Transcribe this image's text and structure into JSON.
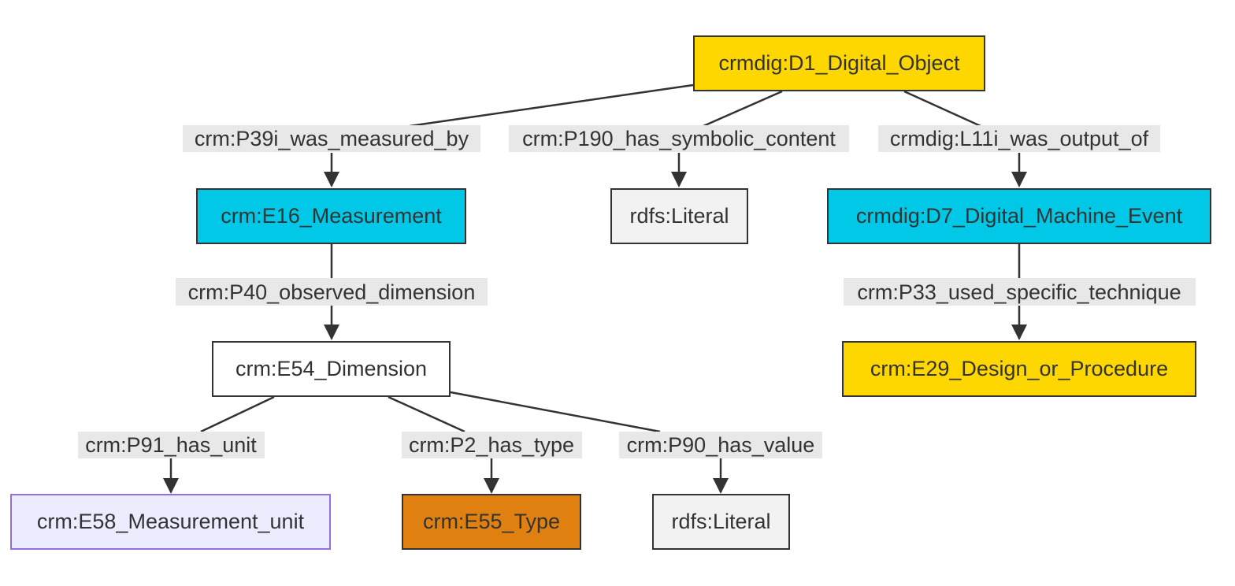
{
  "nodes": {
    "d1": {
      "label": "crmdig:D1_Digital_Object",
      "fill": "#ffd700",
      "stroke": "#333333"
    },
    "e16": {
      "label": "crm:E16_Measurement",
      "fill": "#00c8e6",
      "stroke": "#333333"
    },
    "literal_1": {
      "label": "rdfs:Literal",
      "fill": "#f2f2f2",
      "stroke": "#333333"
    },
    "d7": {
      "label": "crmdig:D7_Digital_Machine_Event",
      "fill": "#00c8e6",
      "stroke": "#333333"
    },
    "e54": {
      "label": "crm:E54_Dimension",
      "fill": "#ffffff",
      "stroke": "#333333"
    },
    "e29": {
      "label": "crm:E29_Design_or_Procedure",
      "fill": "#ffd700",
      "stroke": "#333333"
    },
    "e58": {
      "label": "crm:E58_Measurement_unit",
      "fill": "#ececff",
      "stroke": "#9370db"
    },
    "e55": {
      "label": "crm:E55_Type",
      "fill": "#e08010",
      "stroke": "#333333"
    },
    "literal_2": {
      "label": "rdfs:Literal",
      "fill": "#f2f2f2",
      "stroke": "#333333"
    }
  },
  "edges": {
    "p39i": {
      "label": "crm:P39i_was_measured_by"
    },
    "p190": {
      "label": "crm:P190_has_symbolic_content"
    },
    "l11i": {
      "label": "crmdig:L11i_was_output_of"
    },
    "p40": {
      "label": "crm:P40_observed_dimension"
    },
    "p33": {
      "label": "crm:P33_used_specific_technique"
    },
    "p91": {
      "label": "crm:P91_has_unit"
    },
    "p2": {
      "label": "crm:P2_has_type"
    },
    "p90": {
      "label": "crm:P90_has_value"
    }
  }
}
